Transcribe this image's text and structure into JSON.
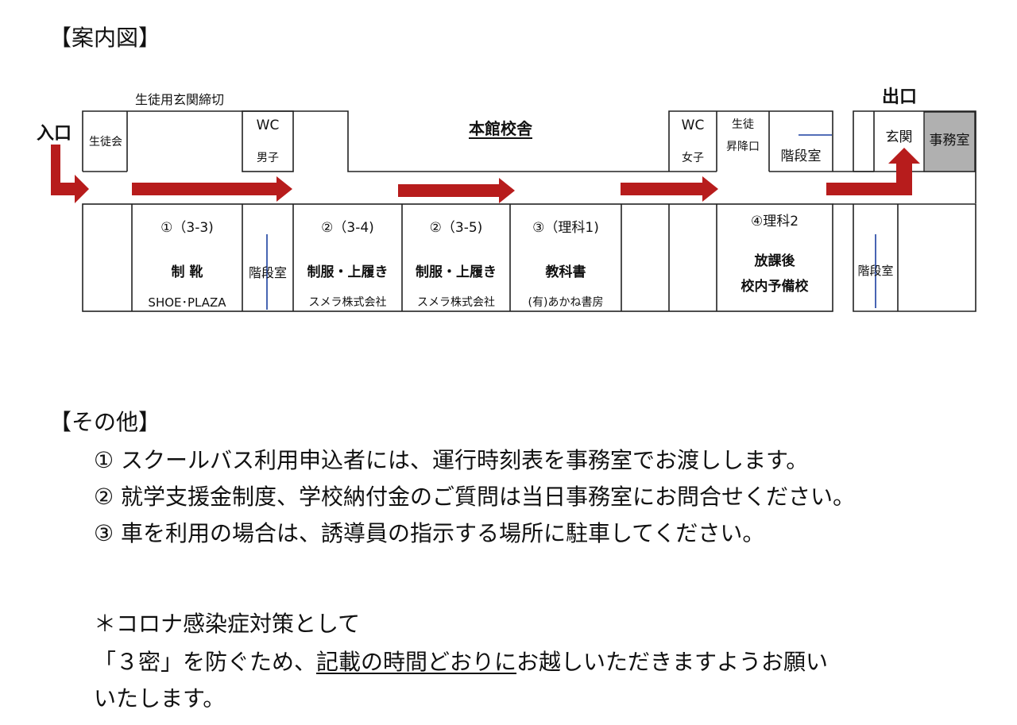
{
  "map": {
    "heading": "【案内図】",
    "entrance_label": "入口",
    "exit_label": "出口",
    "closing_note": "生徒用玄関締切",
    "main_building": "本館校舎",
    "rooms_top": {
      "student_council": "生徒会",
      "wc_male": "WC",
      "wc_male_sub": "男子",
      "wc_female": "WC",
      "wc_female_sub": "女子",
      "lift_1": "生徒",
      "lift_2": "昇降口",
      "stairs_top": "階段室",
      "genkan": "玄関",
      "office": "事務室"
    },
    "rooms_bottom": {
      "r1_num": "①（3-3)",
      "r1_item": "制 靴",
      "r1_vendor": "SHOE･PLAZA",
      "stairs_1": "階段室",
      "r2_num": "②（3-4)",
      "r2_item": "制服・上履き",
      "r2_vendor": "スメラ株式会社",
      "r3_num": "②（3-5)",
      "r3_item": "制服・上履き",
      "r3_vendor": "スメラ株式会社",
      "r4_num": "③（理科1)",
      "r4_item": "教科書",
      "r4_vendor": "(有)あかね書房",
      "r5_num": "④理科2",
      "r5_item_1": "放課後",
      "r5_item_2": "校内予備校",
      "stairs_2": "階段室"
    },
    "colors": {
      "arrow": "#b71c1c",
      "office_fill": "#b0b0b0",
      "stairs_line": "#1a3fa0"
    }
  },
  "other": {
    "heading": "【その他】",
    "items": [
      "①  スクールバス利用申込者には、運行時刻表を事務室でお渡しします。",
      "②  就学支援金制度、学校納付金のご質問は当日事務室にお問合せください。",
      "③  車を利用の場合は、誘導員の指示する場所に駐車してください。"
    ]
  },
  "covid": {
    "line1": "＊コロナ感染症対策として",
    "line2_pre": "「３密」を防ぐため、",
    "line2_underline": "記載の時間どおりに",
    "line2_post": "お越しいただきますようお願い",
    "line3": "いたします。"
  }
}
